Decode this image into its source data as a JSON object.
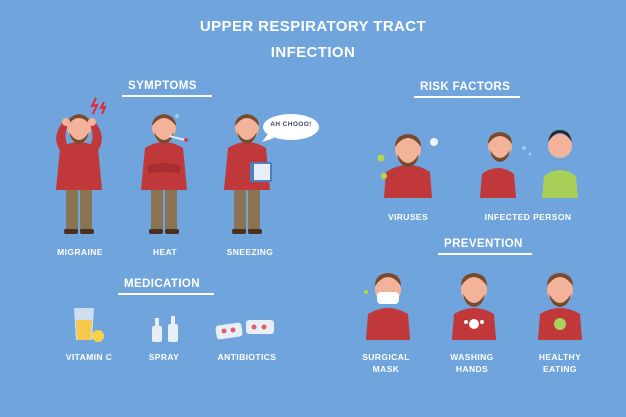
{
  "title": {
    "line1": "UPPER RESPIRATORY TRACT",
    "line2": "INFECTION"
  },
  "symptoms": {
    "heading": "SYMPTOMS",
    "items": [
      {
        "label": "MIGRAINE",
        "icon": "headache-man-icon"
      },
      {
        "label": "HEAT",
        "icon": "thermometer-man-icon"
      },
      {
        "label": "SNEEZING",
        "icon": "sneezing-man-icon"
      }
    ],
    "speech": "AH CHOOO!"
  },
  "risk_factors": {
    "heading": "RISK FACTORS",
    "items": [
      {
        "label": "VIRUSES",
        "icon": "virus-man-icon"
      },
      {
        "label": "INFECTED PERSON",
        "icon": "infected-person-icon"
      }
    ]
  },
  "medication": {
    "heading": "MEDICATION",
    "items": [
      {
        "label": "VITAMIN C",
        "icon": "vitamin-glass-icon"
      },
      {
        "label": "SPRAY",
        "icon": "nasal-spray-icon"
      },
      {
        "label": "ANTIBIOTICS",
        "icon": "pill-blister-icon"
      }
    ]
  },
  "prevention": {
    "heading": "PREVENTION",
    "items": [
      {
        "label_line1": "SURGICAL",
        "label_line2": "MASK",
        "icon": "mask-man-icon"
      },
      {
        "label_line1": "WASHING",
        "label_line2": "HANDS",
        "icon": "washing-hands-man-icon"
      },
      {
        "label_line1": "HEALTHY",
        "label_line2": "EATING",
        "icon": "apple-man-icon"
      }
    ]
  },
  "colors": {
    "background": "#6fa4dc",
    "sweater": "#c0383a",
    "skin": "#f2b39a",
    "hair": "#7a4a2c",
    "pants": "#8a7352",
    "green_shirt": "#a9d15a",
    "text": "#ffffff"
  }
}
